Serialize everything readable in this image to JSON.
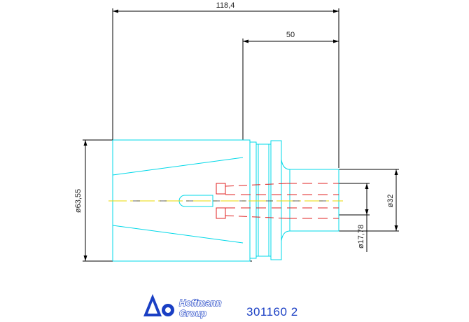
{
  "dimensions": {
    "overall_length": "118,4",
    "shank_length": "50",
    "body_diameter": "ø63,55",
    "shank_diameter": "ø32",
    "bore_diameter": "ø17,78"
  },
  "logo": {
    "line1": "Hoffmann",
    "line2": "Group"
  },
  "part_number": "301160 2",
  "colors": {
    "outline": "#00d8e8",
    "dimension": "#000000",
    "hidden": "#e02020",
    "centerline": "#e8d800",
    "brand": "#1a3fc4"
  }
}
